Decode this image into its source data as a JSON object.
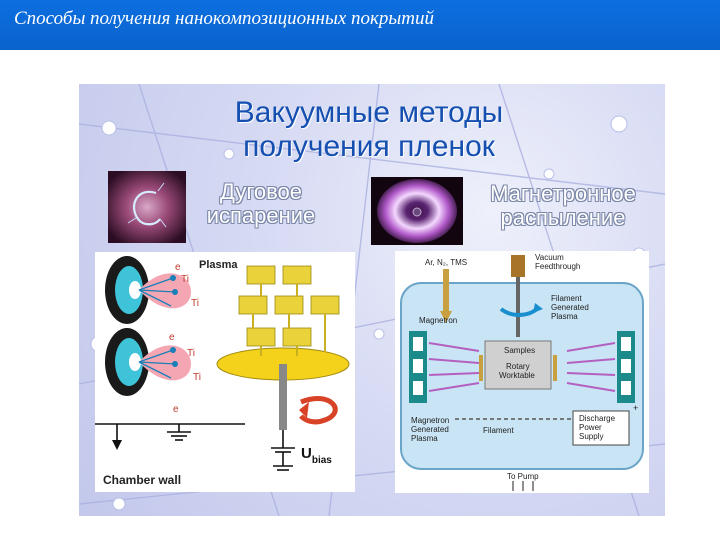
{
  "header": {
    "title": "Способы получения нанокомпозиционных  покрытий",
    "color": "#0b69d8"
  },
  "panel": {
    "title_line1": "Вакуумные методы",
    "title_line2": "получения пленок",
    "title_color": "#154fb0"
  },
  "methods": {
    "arc": {
      "label_line1": "Дуговое",
      "label_line2": "испарение"
    },
    "magnetron": {
      "label_line1": "Магнетронное",
      "label_line2": "распыление"
    }
  },
  "arc_diagram": {
    "plasma": "Plasma",
    "electron": "e",
    "ion_single": "Ti",
    "ion_double": "Ti",
    "bias_main": "U",
    "bias_sub": "bias",
    "chamber_wall": "Chamber wall"
  },
  "magnetron_diagram": {
    "gases": "Ar, N₂, TMS",
    "feedthrough_line1": "Vacuum",
    "feedthrough_line2": "Feedthrough",
    "filament_plasma_line1": "Filament",
    "filament_plasma_line2": "Generated",
    "filament_plasma_line3": "Plasma",
    "magnetron_top": "Magnetron",
    "samples": "Samples",
    "rotary_line1": "Rotary",
    "rotary_line2": "Worktable",
    "magnetron_plasma_line1": "Magnetron",
    "magnetron_plasma_line2": "Generated",
    "magnetron_plasma_line3": "Plasma",
    "filament": "Filament",
    "discharge_line1": "Discharge",
    "discharge_line2": "Power",
    "discharge_line3": "Supply",
    "to_pump": "To Pump"
  }
}
